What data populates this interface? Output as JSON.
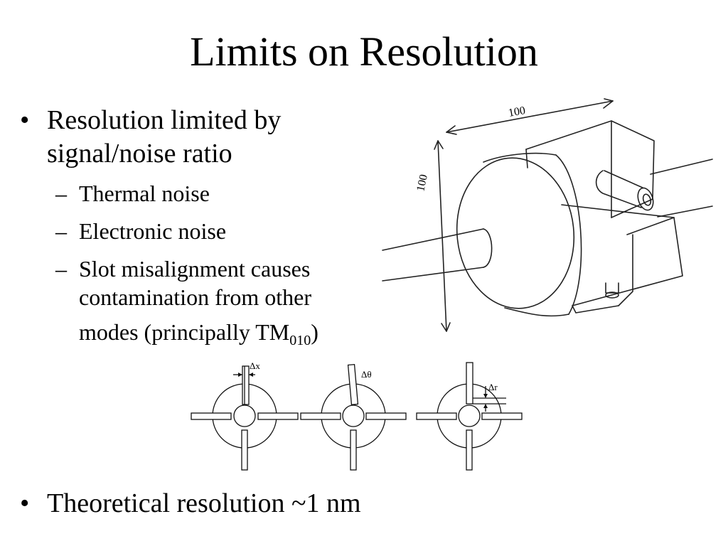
{
  "slide": {
    "title": "Limits on Resolution",
    "bullet_glyph": "•",
    "dash_glyph": "–",
    "bullets": [
      {
        "lines": [
          "Resolution limited by",
          "signal/noise ratio"
        ],
        "subbullets": [
          {
            "lines": [
              "Thermal noise"
            ]
          },
          {
            "lines": [
              "Electronic noise"
            ]
          },
          {
            "lines": [
              "Slot misalignment causes",
              "contamination from other",
              "modes (principally TM",
              "010",
              ")"
            ]
          }
        ]
      },
      {
        "lines": [
          "Theoretical resolution ~1 nm"
        ]
      }
    ]
  },
  "sketch": {
    "dimension_width": "100",
    "dimension_height": "100"
  },
  "slot_diagrams": {
    "labels": [
      "Δx",
      "Δθ",
      "Δr"
    ]
  }
}
